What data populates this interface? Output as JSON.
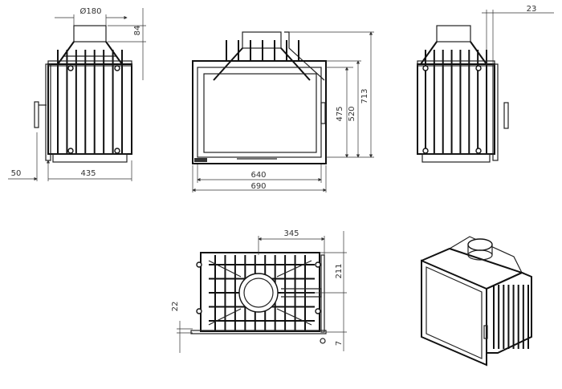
{
  "title": "Fireplace insert technical drawing",
  "dimensions": {
    "flue_diameter": "Ø180",
    "flue_height": "84",
    "side_offset": "50",
    "depth": "435",
    "glass_width": "640",
    "total_width": "690",
    "glass_height": "475",
    "door_height": "520",
    "total_height": "713",
    "flue_offset_side": "23",
    "flue_offset_top": "345",
    "flue_center_depth": "211",
    "frame_offset": "22",
    "frame_thickness": "7"
  },
  "views": [
    "side-view-left",
    "front-view",
    "side-view-right",
    "top-view",
    "isometric-view"
  ]
}
